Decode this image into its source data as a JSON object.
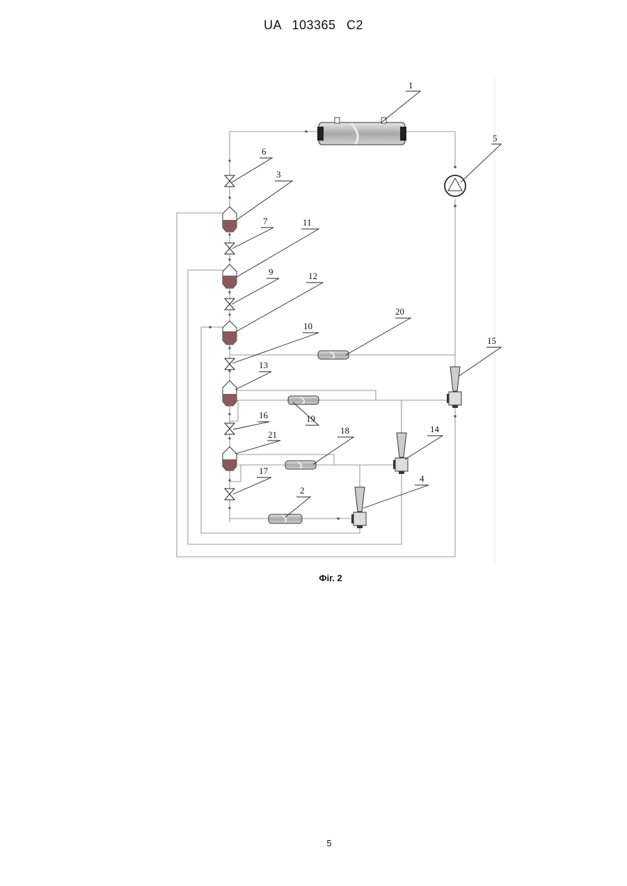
{
  "document": {
    "header": "UA 103365 C2",
    "caption": "Фіг. 2",
    "page_number": "5"
  },
  "figure": {
    "labels": {
      "l1": "1",
      "l2": "2",
      "l3": "3",
      "l4": "4",
      "l5": "5",
      "l6": "6",
      "l7": "7",
      "l9": "9",
      "l10": "10",
      "l11": "11",
      "l12": "12",
      "l13": "13",
      "l14": "14",
      "l15": "15",
      "l16": "16",
      "l17": "17",
      "l18": "18",
      "l19": "19",
      "l20": "20",
      "l21": "21"
    },
    "colors": {
      "pipe": "#9a9a9a",
      "equipment_body": "#c8c8c8",
      "liquid_fill": "#8a5a5a",
      "outline": "#333333"
    }
  }
}
